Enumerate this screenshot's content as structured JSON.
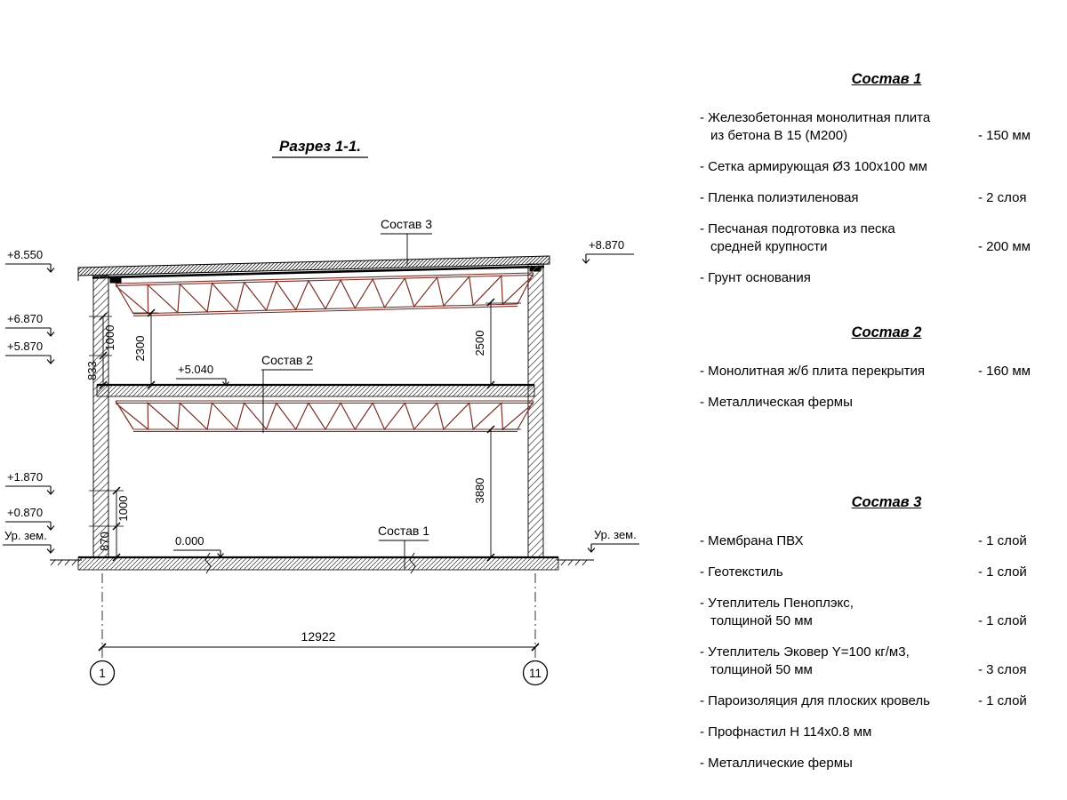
{
  "colors": {
    "truss": "#7b2f26",
    "line": "#000000"
  },
  "drawing": {
    "title": "Разрез 1-1.",
    "labels": {
      "sostav3": "Состав 3",
      "sostav2": "Состав 2",
      "sostav1": "Состав 1",
      "elev_5040": "+5.040",
      "elev_0000": "0.000"
    },
    "elevations_left": [
      "+8.550",
      "+6.870",
      "+5.870",
      "+1.870",
      "+0.870",
      "Ур. зем."
    ],
    "elevations_right": [
      "+8.870",
      "Ур. зем."
    ],
    "dimensions": {
      "d1000a": "1000",
      "d833": "833",
      "d2300": "2300",
      "d2500": "2500",
      "d1000b": "1000",
      "d870": "870",
      "d3880": "3880",
      "d12922": "12922"
    },
    "axes": [
      "1",
      "11"
    ]
  },
  "specs": {
    "sections": [
      {
        "heading": "Состав 1",
        "items": [
          {
            "text": "- Железобетонная монолитная плита\nиз бетона В 15 (М200)",
            "value": "- 150 мм"
          },
          {
            "text": "- Сетка армирующая Ø3 100х100 мм",
            "value": ""
          },
          {
            "text": "- Пленка полиэтиленовая",
            "value": "- 2 слоя"
          },
          {
            "text": "- Песчаная подготовка из песка\nсредней крупности",
            "value": "- 200 мм"
          },
          {
            "text": "- Грунт основания",
            "value": ""
          }
        ]
      },
      {
        "heading": "Состав 2",
        "items": [
          {
            "text": "- Монолитная ж/б плита перекрытия",
            "value": "- 160 мм"
          },
          {
            "text": "- Металлическая фермы",
            "value": ""
          }
        ]
      },
      {
        "heading": "Состав 3",
        "items": [
          {
            "text": "- Мембрана ПВХ",
            "value": "- 1 слой"
          },
          {
            "text": "- Геотекстиль",
            "value": "- 1 слой"
          },
          {
            "text": "- Утеплитель Пеноплэкс,\nтолщиной 50 мм",
            "value": "- 1 слой"
          },
          {
            "text": "- Утеплитель Эковер Y=100 кг/м3,\nтолщиной 50 мм",
            "value": "- 3 слоя"
          },
          {
            "text": "- Пароизоляция для плоских кровель",
            "value": "- 1 слой"
          },
          {
            "text": "- Профнастил Н 114х0.8 мм",
            "value": ""
          },
          {
            "text": "- Металлические фермы",
            "value": ""
          }
        ]
      }
    ]
  }
}
